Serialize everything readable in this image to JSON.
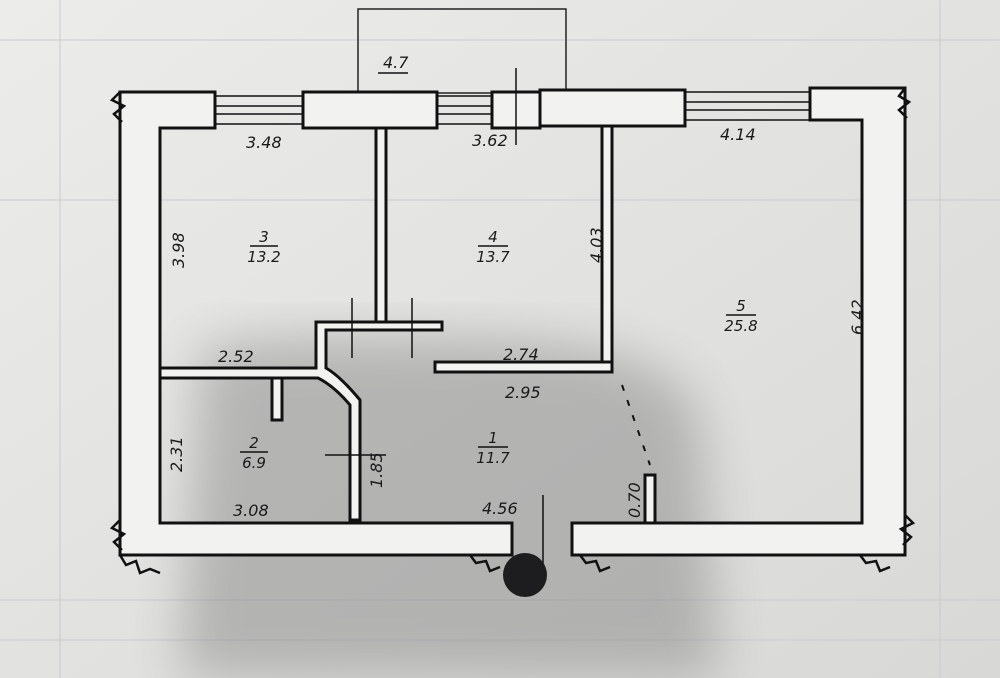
{
  "plan": {
    "balcony_width": "4.7",
    "dimensions": {
      "top_left": "3.48",
      "top_middle": "3.62",
      "top_right": "4.14",
      "room3_height": "3.98",
      "room4_height": "4.03",
      "room5_height": "6.42",
      "room3_bottom": "2.52",
      "room4_bottom_inner": "2.74",
      "room4_bottom_outer": "2.95",
      "room2_height": "2.31",
      "corridor_width": "1.85",
      "room2_bottom": "3.08",
      "room1_bottom": "4.56",
      "door_width": "0.70"
    },
    "rooms": [
      {
        "number": "1",
        "area": "11.7"
      },
      {
        "number": "2",
        "area": "6.9"
      },
      {
        "number": "3",
        "area": "13.2"
      },
      {
        "number": "4",
        "area": "13.7"
      },
      {
        "number": "5",
        "area": "25.8"
      }
    ]
  }
}
